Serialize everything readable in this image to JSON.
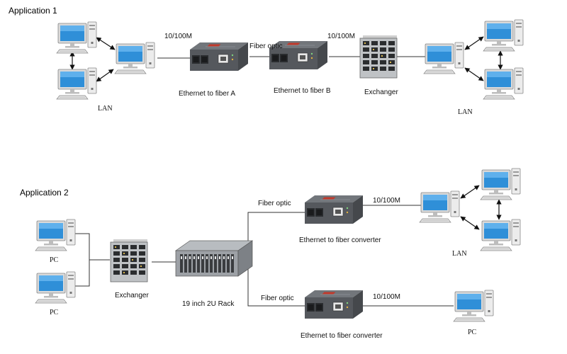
{
  "application1": {
    "title": "Application 1",
    "speed_left": "10/100M",
    "link_label": "Fiber optic",
    "speed_right": "10/100M",
    "converter_a": "Ethernet to fiber A",
    "converter_b": "Ethernet to fiber B",
    "exchanger": "Exchanger",
    "lan_left": "LAN",
    "lan_right": "LAN"
  },
  "application2": {
    "title": "Application 2",
    "pc_top": "PC",
    "pc_bottom": "PC",
    "exchanger": "Exchanger",
    "rack": "19 inch 2U Rack",
    "fiber_top": "Fiber optic",
    "fiber_bottom": "Fiber optic",
    "converter_top": "Ethernet to fiber converter",
    "converter_bottom": "Ethernet to fiber converter",
    "speed_top": "10/100M",
    "speed_bottom": "10/100M",
    "lan": "LAN",
    "pc_right": "PC"
  },
  "colors": {
    "line": "#333333",
    "converter_body": "#5a5d62",
    "converter_top": "#707378",
    "converter_accent": "#c0392b",
    "screen": "#2f8fd8",
    "pc_body": "#e9e9e9"
  }
}
